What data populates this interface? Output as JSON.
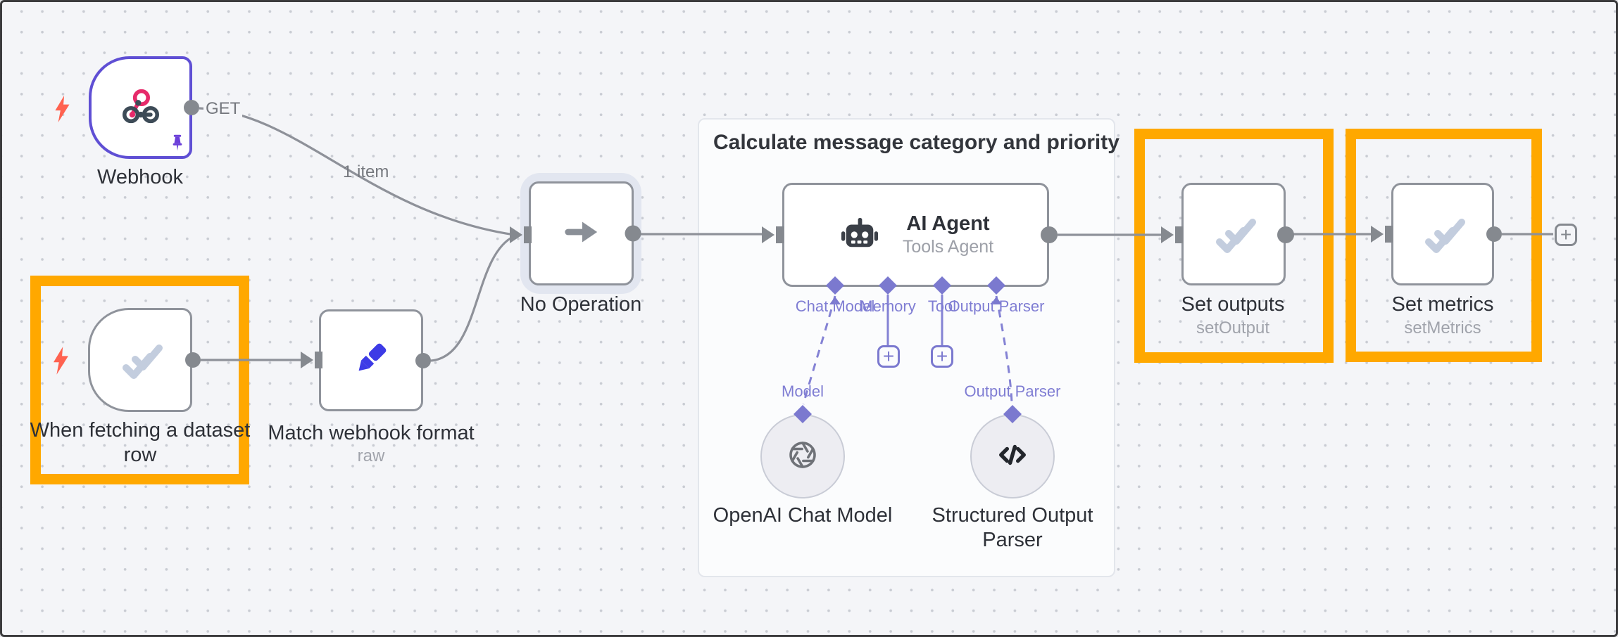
{
  "canvas": {
    "background": "#f4f5f8",
    "dot_color": "#c9ccd3"
  },
  "colors": {
    "highlight_orange": "#FFA800",
    "selected_purple": "#5f4fd4",
    "port_purple": "#7b79cf",
    "wire_gray": "#8e9199",
    "node_border_gray": "#8f939b"
  },
  "group": {
    "title": "Calculate message category and priority"
  },
  "nodes": {
    "webhook": {
      "label": "Webhook",
      "output_label": "GET"
    },
    "when_fetching": {
      "label": "When fetching a dataset row"
    },
    "match_format": {
      "label": "Match webhook format",
      "subtitle": "raw"
    },
    "no_operation": {
      "label": "No Operation"
    },
    "ai_agent": {
      "title": "AI Agent",
      "subtitle": "Tools Agent"
    },
    "set_outputs": {
      "label": "Set outputs",
      "subtitle": "setOutput"
    },
    "set_metrics": {
      "label": "Set metrics",
      "subtitle": "setMetrics"
    },
    "openai_chat_model": {
      "label": "OpenAI Chat Model"
    },
    "structured_output_parser": {
      "label": "Structured Output Parser"
    }
  },
  "connections": {
    "webhook_items": "1 item"
  },
  "ports": {
    "chat_model": "Chat Model",
    "memory": "Memory",
    "tool": "Tool",
    "output_parser": "Output Parser",
    "model": "Model",
    "output_parser_sub": "Output Parser"
  },
  "icons": {
    "plus": "+"
  }
}
